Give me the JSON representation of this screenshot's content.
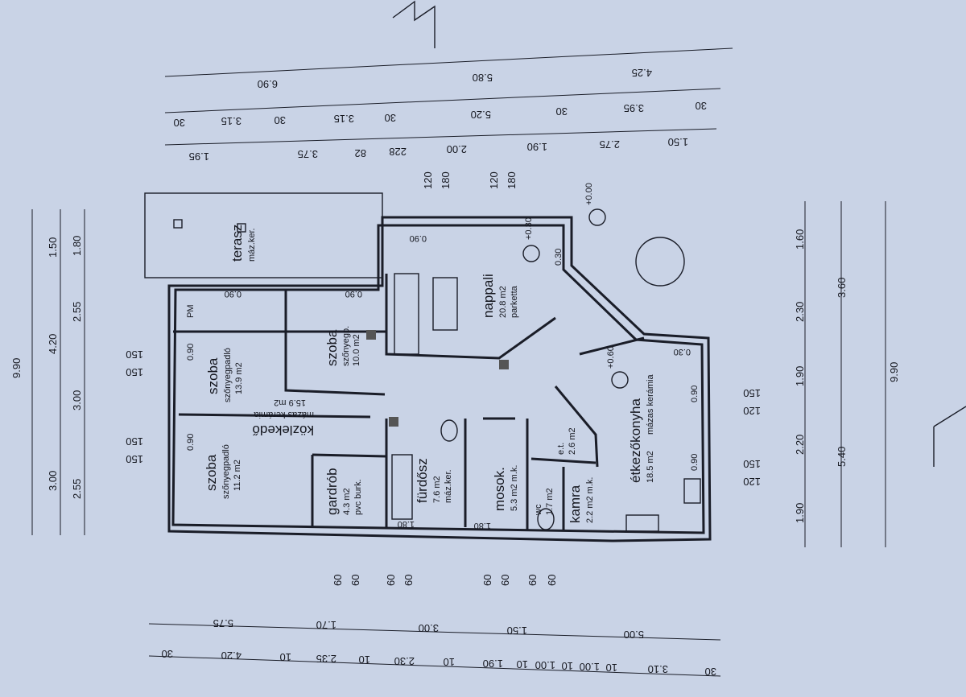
{
  "rooms": {
    "terasz": {
      "name": "terasz",
      "floor": "máz.ker."
    },
    "nappali": {
      "name": "nappali",
      "area": "20.8 m2",
      "floor": "parketta"
    },
    "szoba1": {
      "name": "szoba",
      "floor": "szőnyegpadló",
      "area": "13.9 m2"
    },
    "szoba2": {
      "name": "szoba",
      "floor": "szőnyegp.",
      "area": "10.0 m2"
    },
    "szoba3": {
      "name": "szoba",
      "floor": "szőnyegpadló",
      "area": "11.2 m2"
    },
    "kozlekedo": {
      "name": "közlekedő",
      "floor": "mázas kerámia",
      "area": "15.9 m2"
    },
    "gardrob": {
      "name": "gardrób",
      "area": "4.3 m2",
      "floor": "pvc burk."
    },
    "furdo": {
      "name": "fürdősz",
      "area": "7.6 m2",
      "floor": "máz.ker."
    },
    "mosok": {
      "name": "mosok.",
      "area": "5.3 m2 m.k."
    },
    "wc": {
      "name": "wc",
      "area": "1.7 m2"
    },
    "et": {
      "name": "e.t.",
      "area": "2.6 m2"
    },
    "kamra": {
      "name": "kamra",
      "area": "2.2 m2 m.k."
    },
    "konyha": {
      "name": "étkezőkonyha",
      "floor": "mázas kerámia",
      "area": "18.5 m2"
    }
  },
  "dimensions": {
    "top_row1": [
      "6.90",
      "5.80",
      "4.25"
    ],
    "top_row2": [
      "30",
      "3.15",
      "30",
      "3.15",
      "30",
      "5.20",
      "30",
      "3.95",
      "30"
    ],
    "top_row3": [
      "1.95",
      "3.75",
      "82",
      "228",
      "2.00",
      "1.90",
      "2.75",
      "1.50"
    ],
    "bottom_row1": [
      "5.75",
      "1.70",
      "3.00",
      "1.50",
      "5.00"
    ],
    "bottom_row2": [
      "30",
      "4.20",
      "10",
      "2.35",
      "10",
      "2.30",
      "10",
      "1.90",
      "10",
      "1.00",
      "10",
      "1.00",
      "10",
      "3.10",
      "30"
    ],
    "left_total": "9.90",
    "left_mid": [
      "4.20",
      "3.00"
    ],
    "left_inner": [
      "1.50",
      "1.80",
      "2.55",
      "3.00",
      "2.55"
    ],
    "right_inner": [
      "1.60",
      "2.30",
      "1.90",
      "2.20",
      "1.90"
    ],
    "right_mid": [
      "3.60",
      "5.40"
    ],
    "right_total": "9.90",
    "openings_top": [
      "120",
      "180",
      "120",
      "180"
    ],
    "openings_left": [
      "150",
      "150",
      "150",
      "150"
    ],
    "openings_right": [
      "150",
      "120",
      "150",
      "120"
    ],
    "openings_bottom": [
      "60",
      "60",
      "60",
      "60",
      "60",
      "60",
      "60",
      "60"
    ],
    "levels": [
      "+0.00",
      "+0.30",
      "+0.60"
    ],
    "window_sills": [
      "0.90",
      "0.90",
      "0.90",
      "0.90",
      "0.90",
      "0.30",
      "0.30",
      "0.90",
      "0.90",
      "1.80",
      "1.80"
    ],
    "pm": "PM"
  }
}
